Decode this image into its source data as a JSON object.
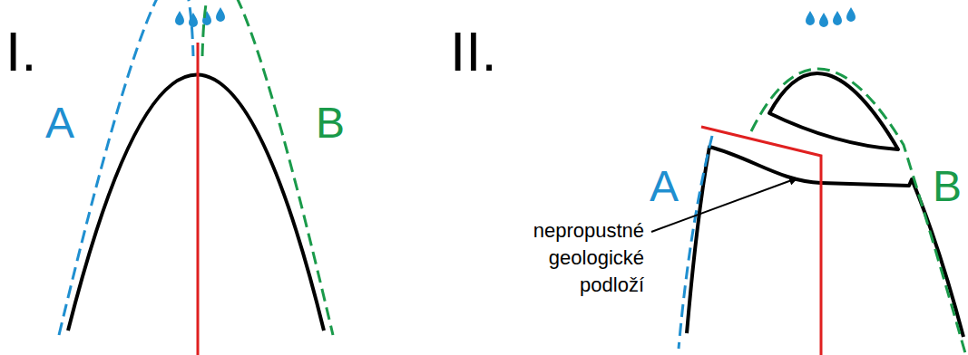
{
  "diagram": {
    "labels": [
      "I.",
      "A",
      "B",
      "II.",
      "A",
      "B",
      "nepropustné geologické podloží"
    ]
  }
}
